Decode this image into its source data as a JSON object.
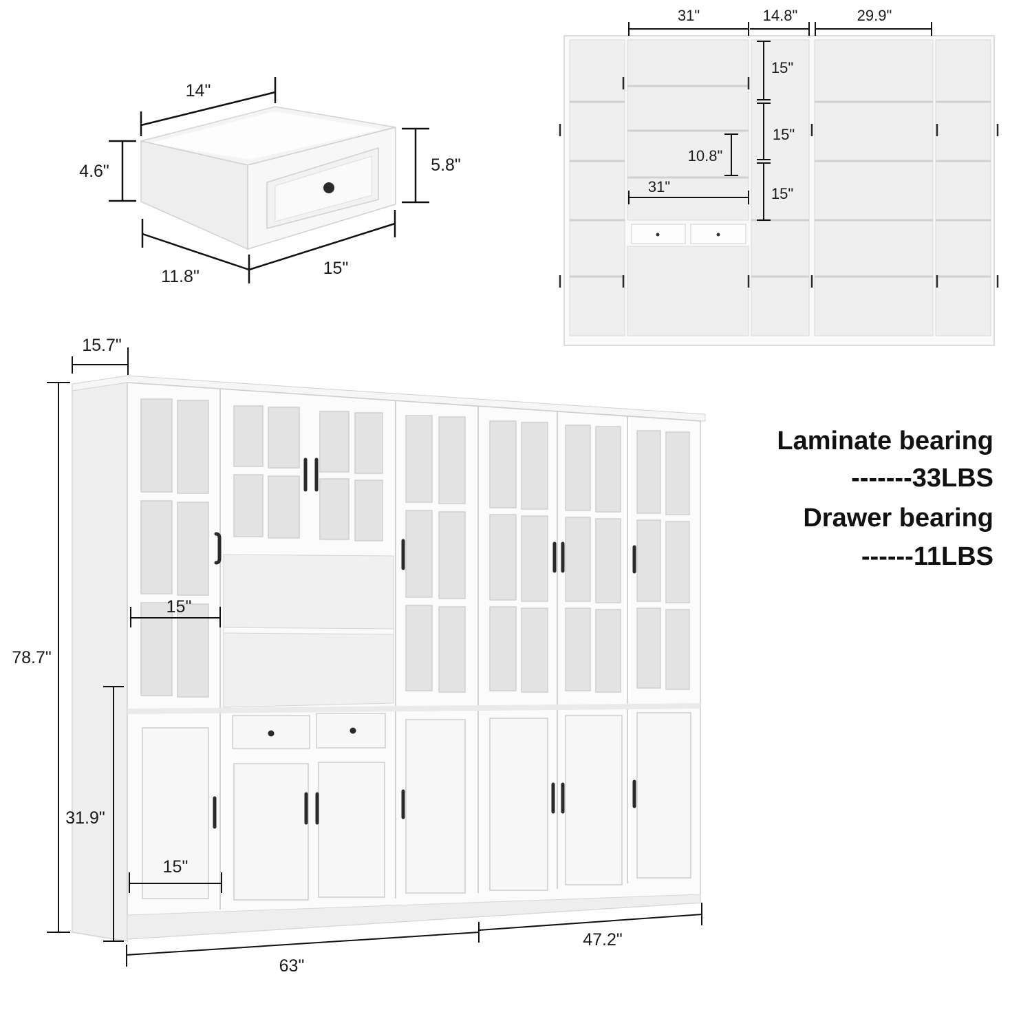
{
  "drawer": {
    "width_top": "14\"",
    "height_back": "4.6\"",
    "height_front": "5.8\"",
    "depth": "11.8\"",
    "width_front": "15\""
  },
  "inner_view": {
    "top_widths": [
      "31\"",
      "14.8\"",
      "29.9\""
    ],
    "shelf_gaps": [
      "15\"",
      "15\"",
      "15\""
    ],
    "small_gap": "10.8\"",
    "inner_width": "31\""
  },
  "main_view": {
    "depth": "15.7\"",
    "total_height": "78.7\"",
    "lower_height": "31.9\"",
    "upper_door_width": "15\"",
    "lower_door_width": "15\"",
    "left_width": "63\"",
    "right_width": "47.2\""
  },
  "specs": {
    "laminate_label": "Laminate bearing",
    "laminate_value": "-------33LBS",
    "drawer_label": "Drawer bearing",
    "drawer_value": "------11LBS"
  },
  "colors": {
    "cabinet": "#fbfbfb",
    "panel": "#f2f2f2",
    "glass": "#e4e4e4",
    "edge": "#c9c9c9",
    "handle": "#2a2a2a"
  }
}
